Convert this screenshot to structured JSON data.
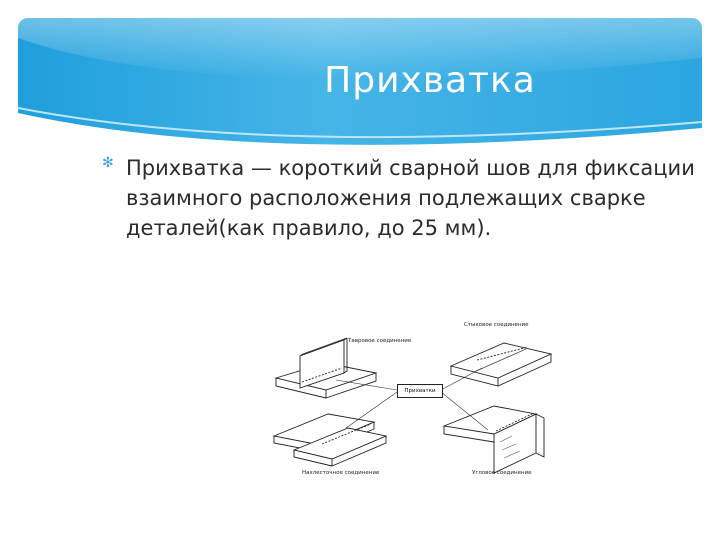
{
  "slide": {
    "title": "Прихватка",
    "bullets": [
      "Прихватка — короткий сварной шов для фиксации взаимного расположения подлежащих сварке деталей(как правило, до 25 мм)."
    ]
  },
  "figure": {
    "center_label": "Прихватки",
    "labels": {
      "top_left": "Тавровое соединение",
      "top_right": "Стыковое соединение",
      "bottom_left": "Нахлесточное соединение",
      "bottom_right": "Угловое соединение"
    }
  },
  "colors": {
    "banner_light": "#7fd0f3",
    "banner_dark": "#1f9fdc",
    "bullet": "#3aa3d6",
    "text": "#2b2b2b"
  }
}
